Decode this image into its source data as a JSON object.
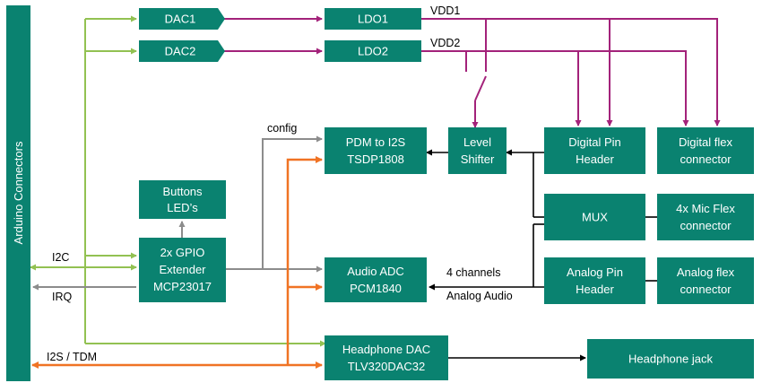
{
  "colors": {
    "block_fill": "#0a8270",
    "green": "#92c152",
    "purple": "#a3227a",
    "orange": "#f07324",
    "gray": "#8c8c8c",
    "black": "#000000"
  },
  "blocks": {
    "arduino": "Arduino Connectors",
    "dac1": "DAC1",
    "dac2": "DAC2",
    "ldo1": "LDO1",
    "ldo2": "LDO2",
    "pdm": [
      "PDM to I2S",
      "TSDP1808"
    ],
    "level_shifter": [
      "Level",
      "Shifter"
    ],
    "digital_pin_header": [
      "Digital Pin",
      "Header"
    ],
    "digital_flex": [
      "Digital flex",
      "connector"
    ],
    "buttons": [
      "Buttons",
      "LED’s"
    ],
    "mux": "MUX",
    "mic_flex": [
      "4x Mic Flex",
      "connector"
    ],
    "gpio": [
      "2x GPIO",
      "Extender",
      "MCP23017"
    ],
    "audio_adc": [
      "Audio ADC",
      "PCM1840"
    ],
    "analog_pin_header": [
      "Analog Pin",
      "Header"
    ],
    "analog_flex": [
      "Analog flex",
      "connector"
    ],
    "headphone_dac": [
      "Headphone DAC",
      "TLV320DAC32"
    ],
    "headphone_jack": "Headphone jack"
  },
  "labels": {
    "vdd1": "VDD1",
    "vdd2": "VDD2",
    "config": "config",
    "i2c": "I2C",
    "irq": "IRQ",
    "i2s_tdm": "I2S / TDM",
    "four_channels": "4 channels",
    "analog_audio": "Analog Audio"
  }
}
